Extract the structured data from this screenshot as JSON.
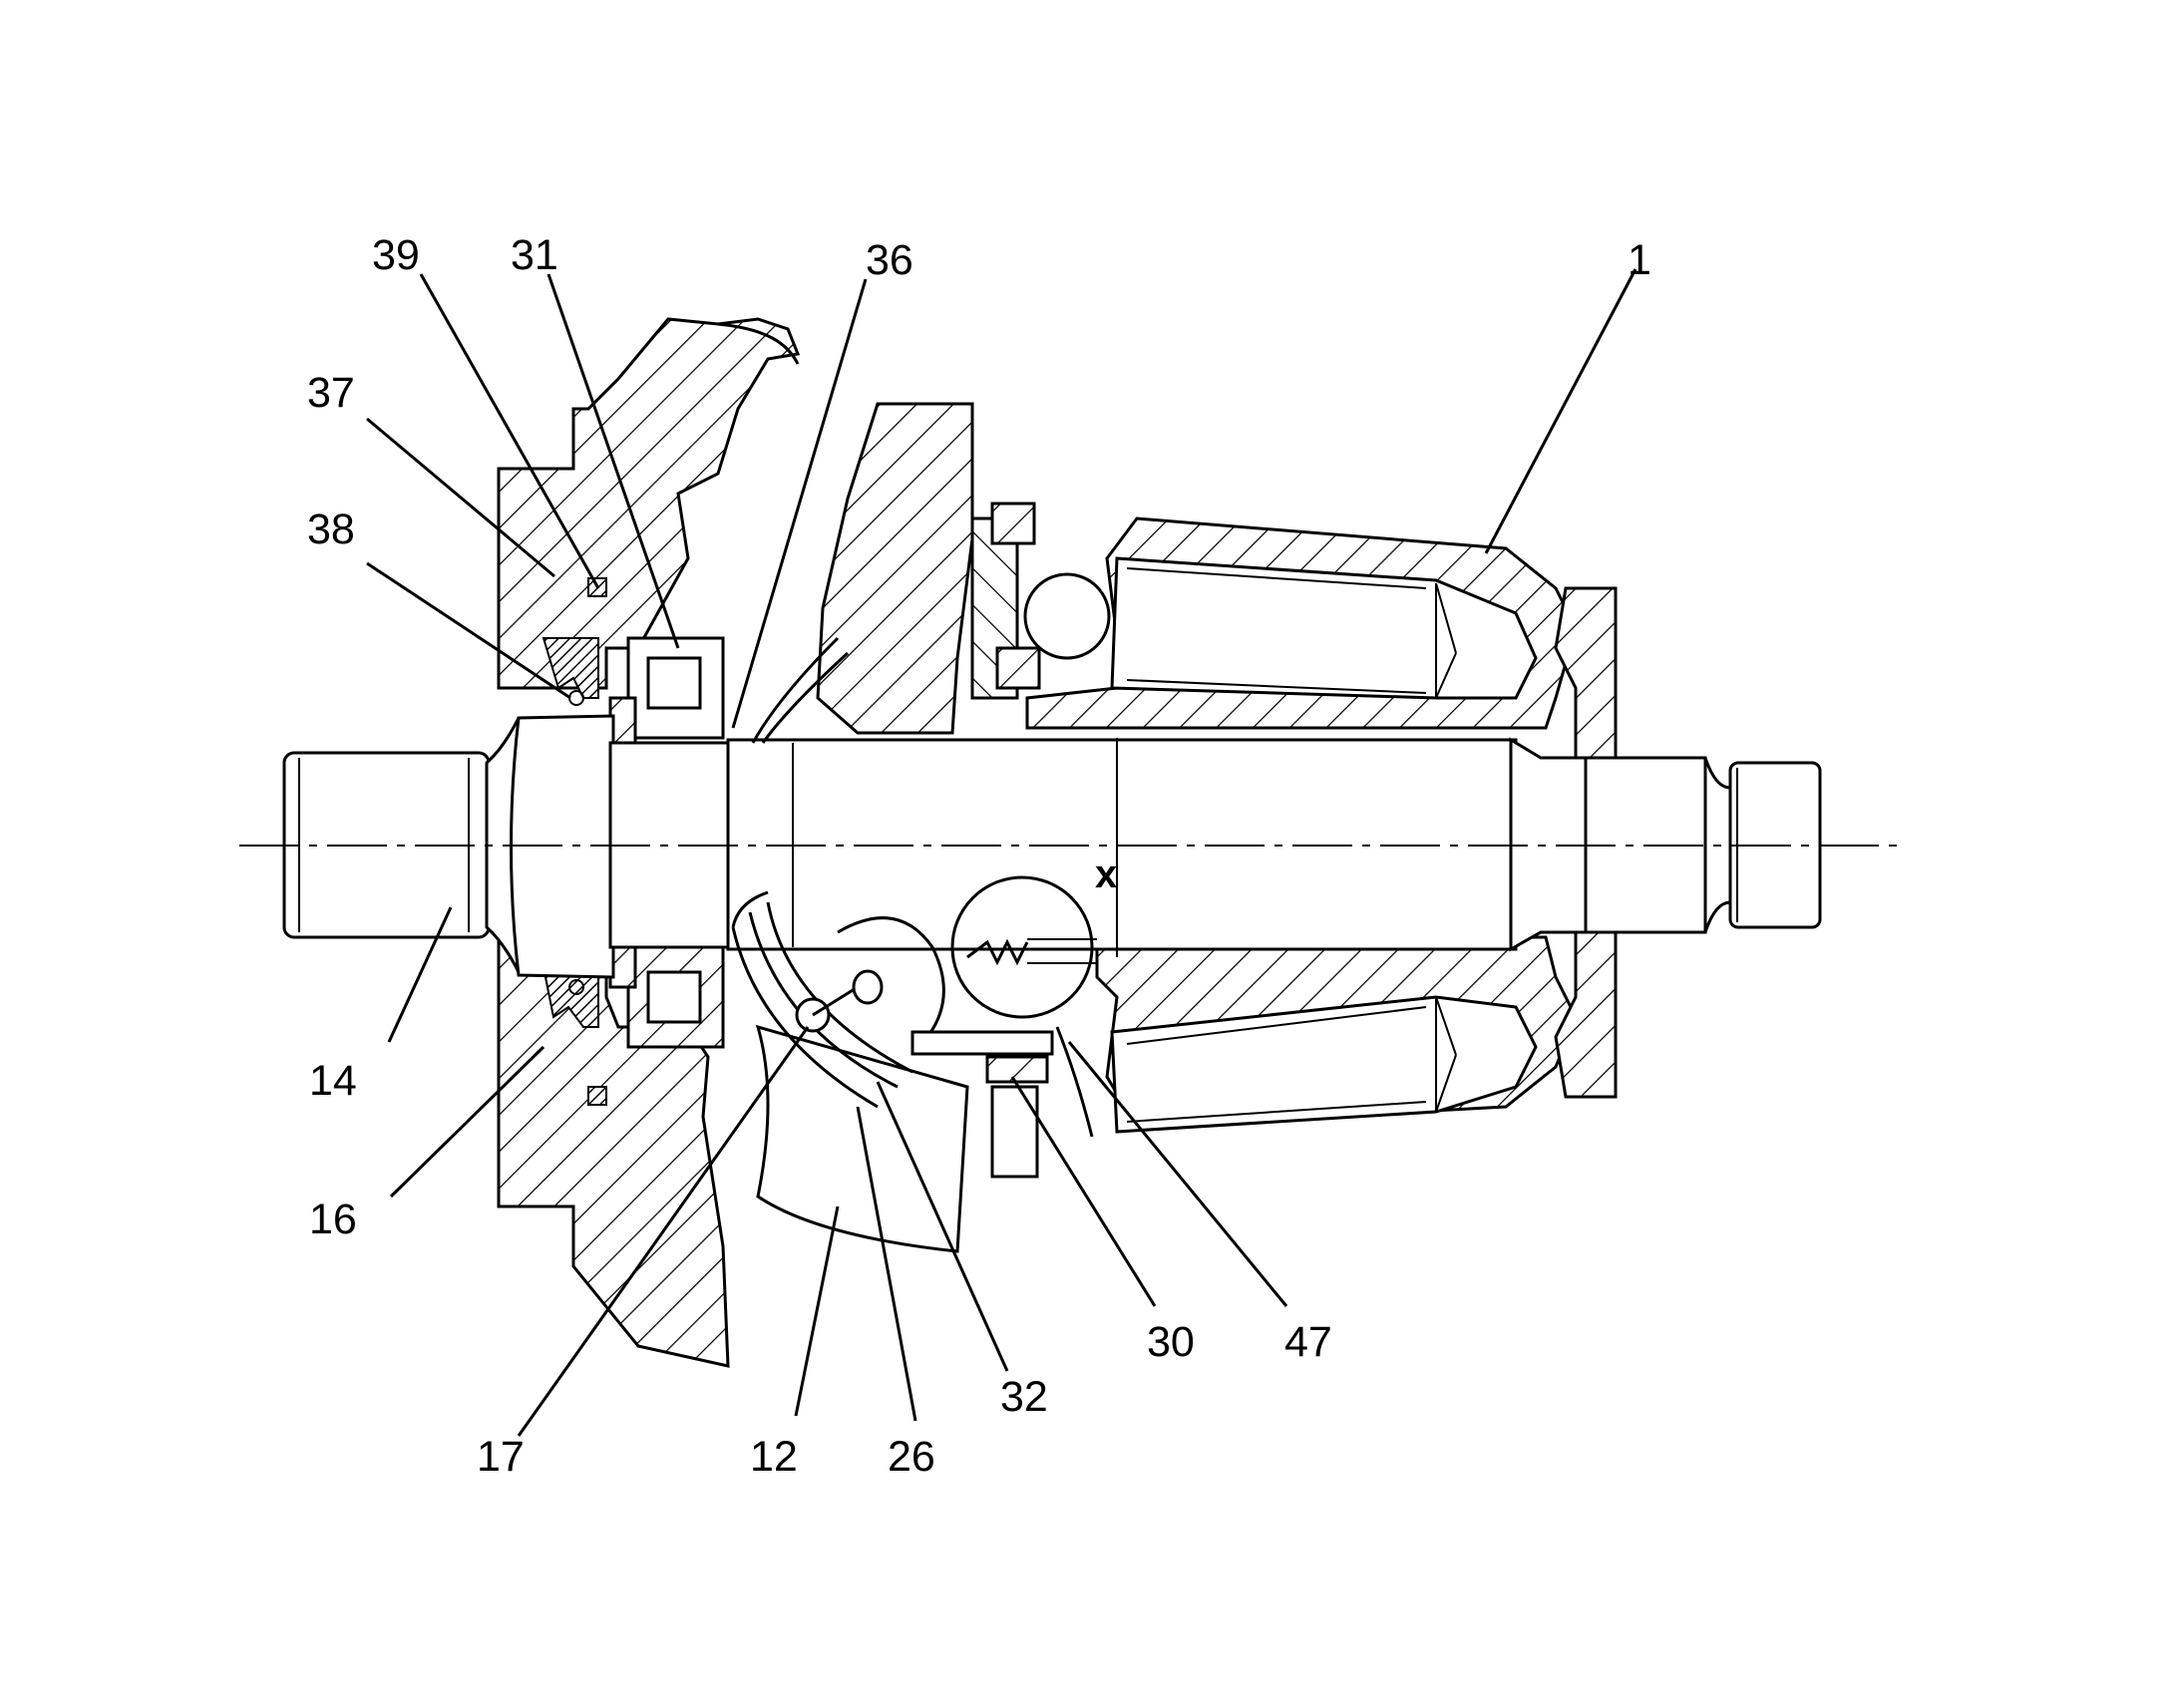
{
  "callouts": [
    {
      "id": "c1",
      "text": "1"
    },
    {
      "id": "c39",
      "text": "39"
    },
    {
      "id": "c31",
      "text": "31"
    },
    {
      "id": "c36",
      "text": "36"
    },
    {
      "id": "c37",
      "text": "37"
    },
    {
      "id": "c38",
      "text": "38"
    },
    {
      "id": "c14",
      "text": "14"
    },
    {
      "id": "c16",
      "text": "16"
    },
    {
      "id": "c17",
      "text": "17"
    },
    {
      "id": "c12",
      "text": "12"
    },
    {
      "id": "c26",
      "text": "26"
    },
    {
      "id": "c32",
      "text": "32"
    },
    {
      "id": "c30",
      "text": "30"
    },
    {
      "id": "c47",
      "text": "47"
    }
  ],
  "detail_marker": {
    "text": "x"
  }
}
